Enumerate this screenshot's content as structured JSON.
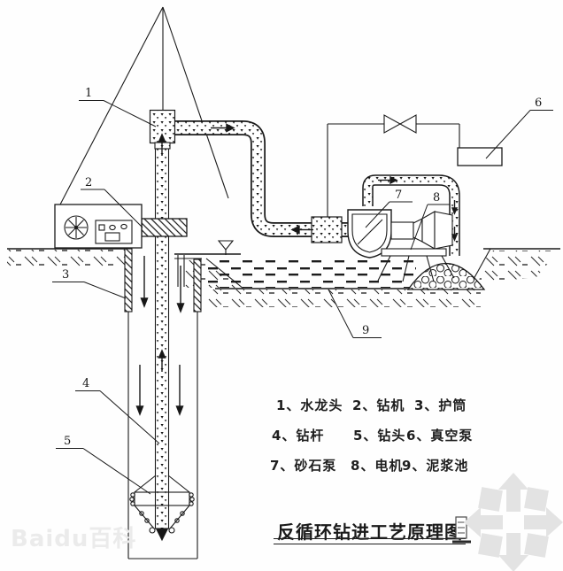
{
  "title": {
    "text": "反循环钻进工艺原理图"
  },
  "legend": {
    "items": [
      {
        "label": "1、水龙头"
      },
      {
        "label": "2、钻机"
      },
      {
        "label": "3、护筒"
      },
      {
        "label": "4、钻杆"
      },
      {
        "label": "5、钻头"
      },
      {
        "label": "6、真空泵"
      },
      {
        "label": "7、砂石泵"
      },
      {
        "label": "8、电机"
      },
      {
        "label": "9、泥浆池"
      }
    ]
  },
  "callouts": {
    "c1": "1",
    "c2": "2",
    "c3": "3",
    "c4": "4",
    "c5": "5",
    "c6": "6",
    "c7": "7",
    "c8": "8",
    "c9": "9"
  },
  "watermarks": {
    "baidu_text": "Baidu百科"
  },
  "colors": {
    "line": "#1a1a1a",
    "watermark_gray": "#e3e3e3",
    "paper": "#fefefe"
  }
}
